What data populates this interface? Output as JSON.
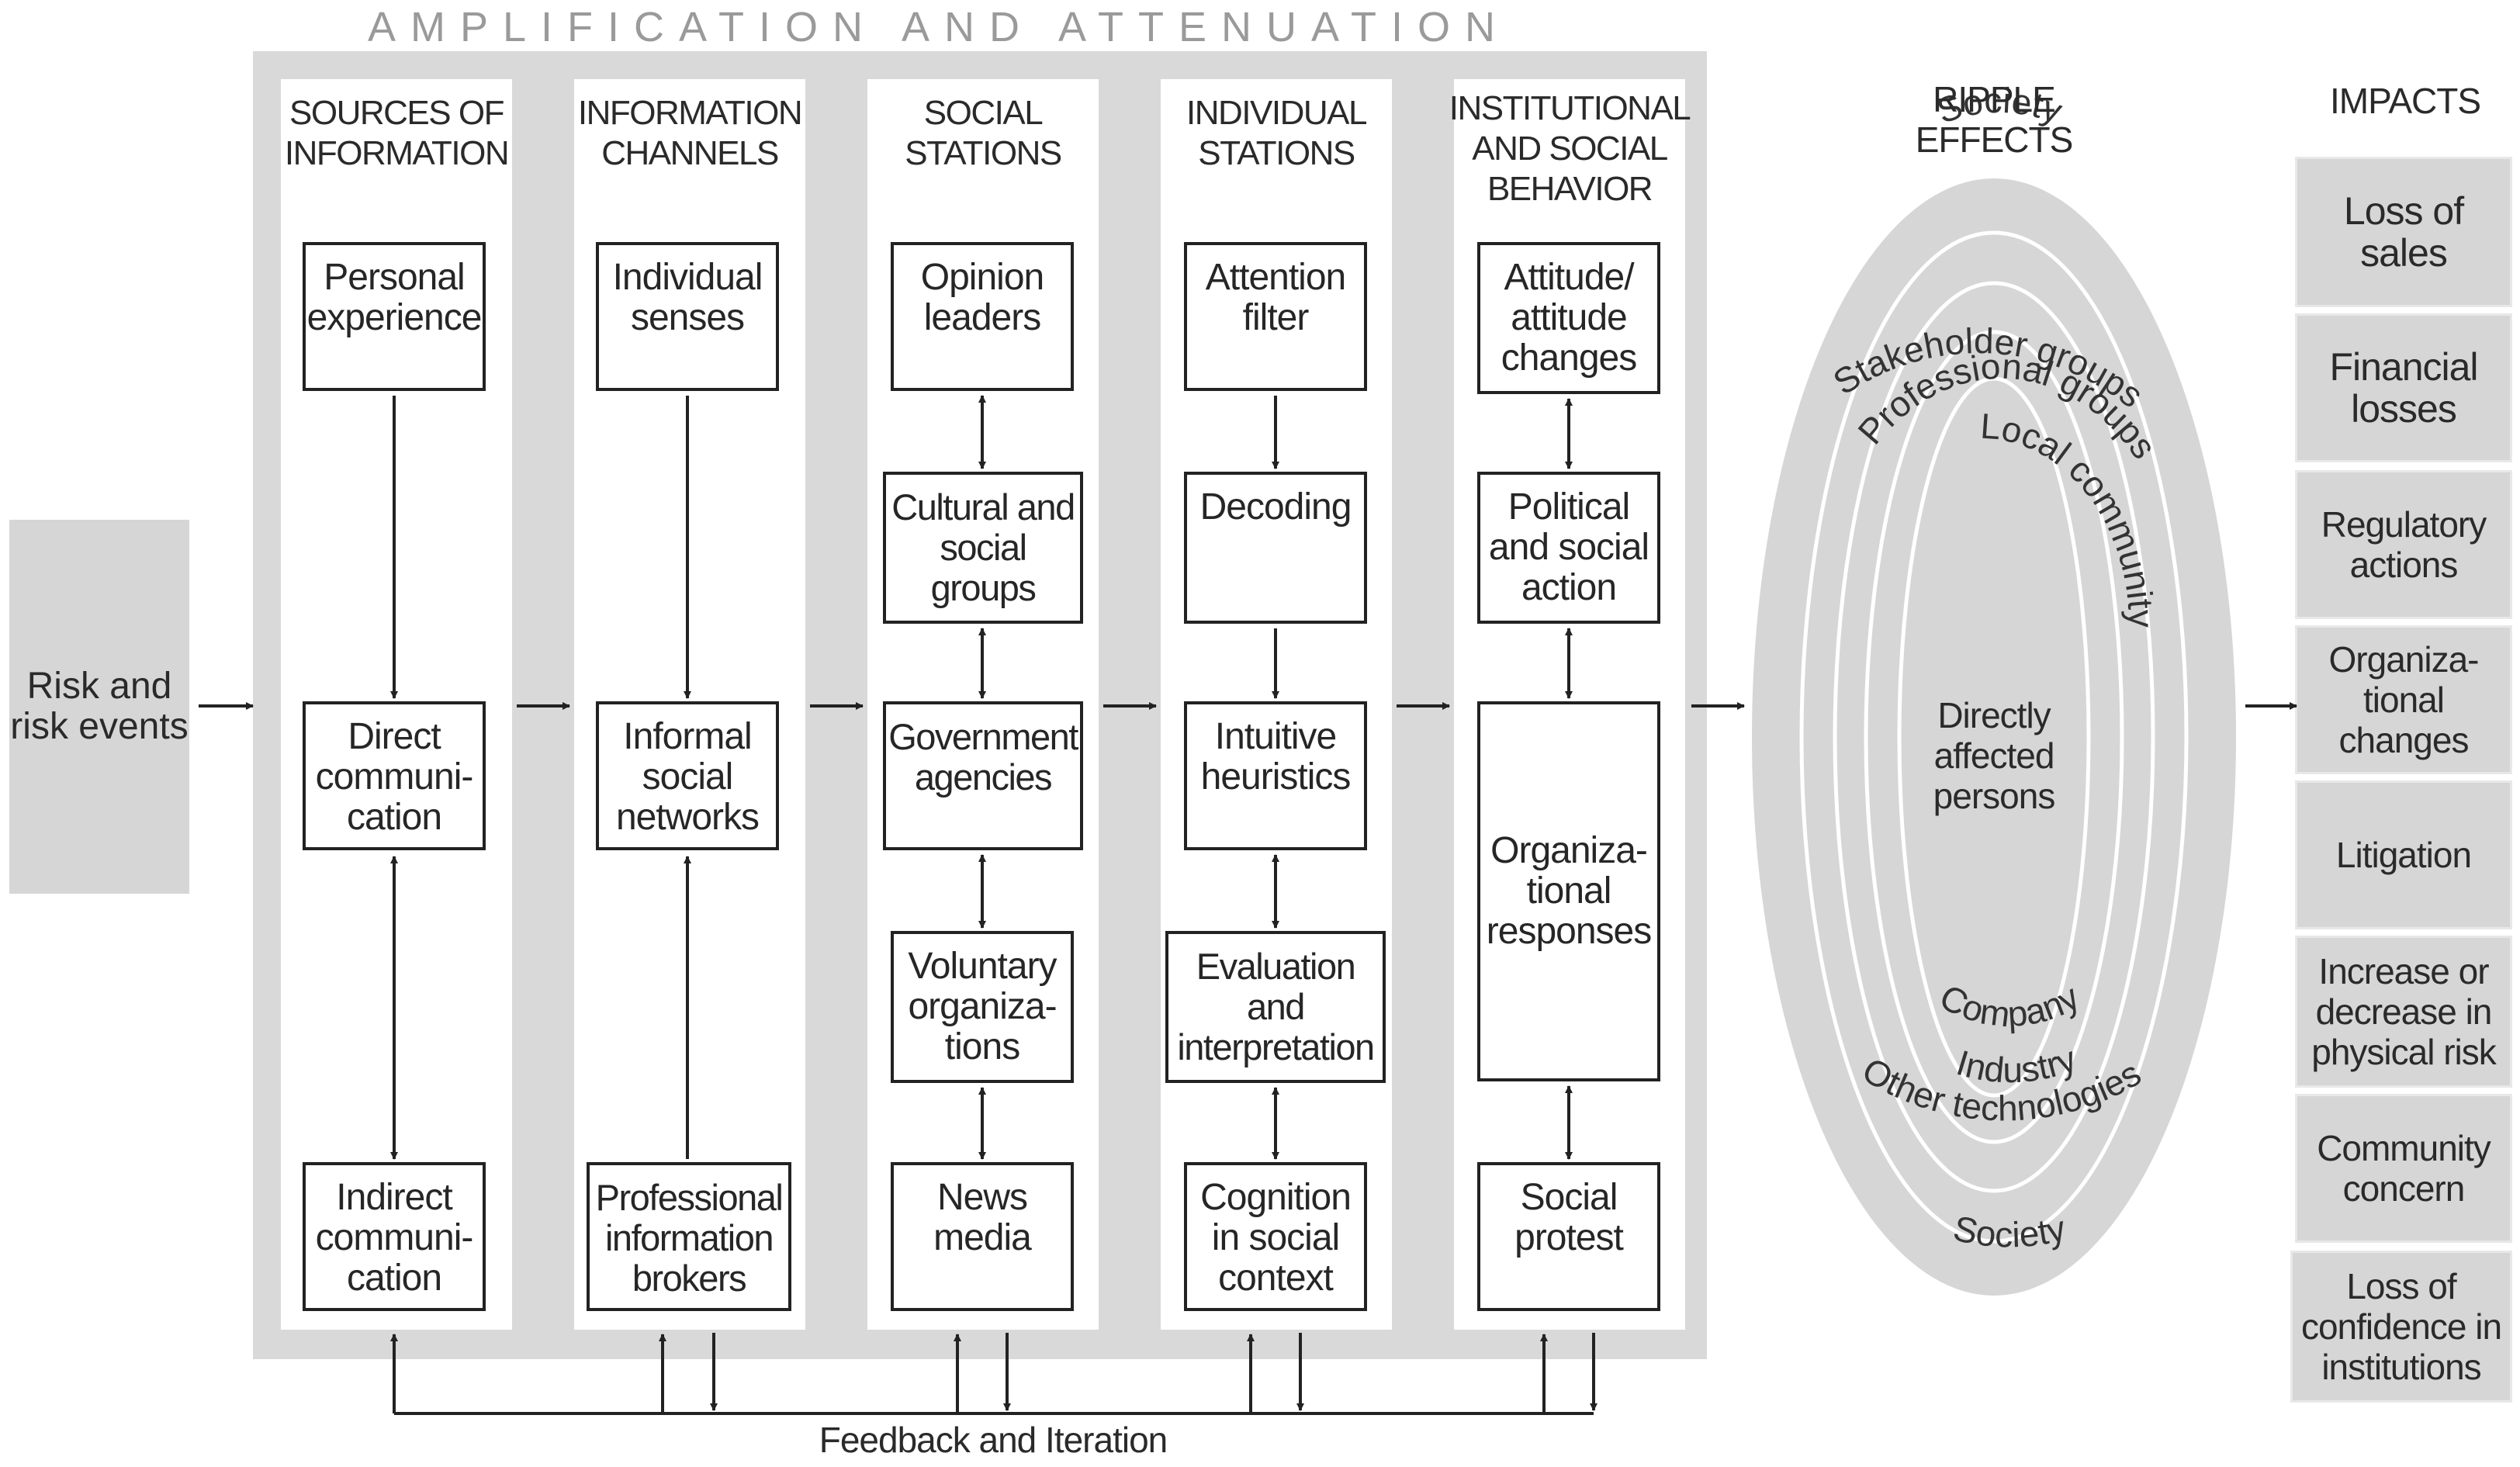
{
  "title": "AMPLIFICATION AND ATTENUATION",
  "risk_events": "Risk and\nrisk events",
  "columns": [
    {
      "header": "SOURCES OF\nINFORMATION",
      "boxes": [
        "Personal\nexperience",
        "Direct\ncommuni-\ncation",
        "Indirect\ncommuni-\ncation"
      ]
    },
    {
      "header": "INFORMATION\nCHANNELS",
      "boxes": [
        "Individual\nsenses",
        "Informal\nsocial\nnetworks",
        "Professional\ninformation\nbrokers"
      ]
    },
    {
      "header": "SOCIAL\nSTATIONS",
      "boxes": [
        "Opinion\nleaders",
        "Cultural and\nsocial\ngroups",
        "Government\nagencies",
        "Voluntary\norganiza-\ntions",
        "News\nmedia"
      ]
    },
    {
      "header": "INDIVIDUAL\nSTATIONS",
      "boxes": [
        "Attention\nfilter",
        "Decoding",
        "Intuitive\nheuristics",
        "Evaluation\nand\ninterpretation",
        "Cognition\nin social\ncontext"
      ]
    },
    {
      "header": "INSTITUTIONAL\nAND SOCIAL\nBEHAVIOR",
      "boxes": [
        "Attitude/\nattitude\nchanges",
        "Political\nand social\naction",
        "Organiza-\ntional\nresponses",
        "Social\nprotest"
      ]
    }
  ],
  "ripple": {
    "header": "RIPPLE\nEFFECTS",
    "center": "Directly\naffected\npersons",
    "rings_top": [
      "Society",
      "Stakeholder groups",
      "Professional groups",
      "Local community"
    ],
    "rings_bottom": [
      "Company",
      "Industry",
      "Other technologies",
      "Society"
    ]
  },
  "impacts": {
    "header": "IMPACTS",
    "items": [
      "Loss of\nsales",
      "Financial\nlosses",
      "Regulatory\nactions",
      "Organiza-\ntional\nchanges",
      "Litigation",
      "Increase or\ndecrease in\nphysical risk",
      "Community\nconcern",
      "Loss of\nconfidence in\ninstitutions"
    ]
  },
  "feedback": "Feedback and Iteration"
}
